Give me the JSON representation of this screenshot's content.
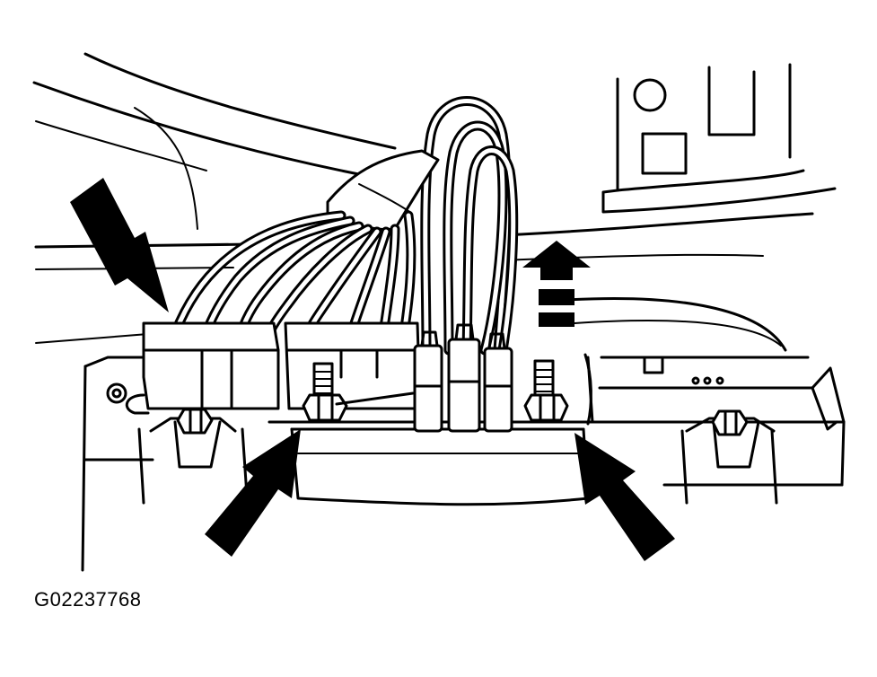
{
  "figure": {
    "code": "G02237768"
  },
  "colors": {
    "line": "#000000",
    "background": "#ffffff"
  },
  "callouts": {
    "arrows": [
      "connector-callout-arrow",
      "left-nut-callout-arrow",
      "right-nut-callout-arrow"
    ],
    "direction_indicator": "removal-direction-arrow-up"
  }
}
